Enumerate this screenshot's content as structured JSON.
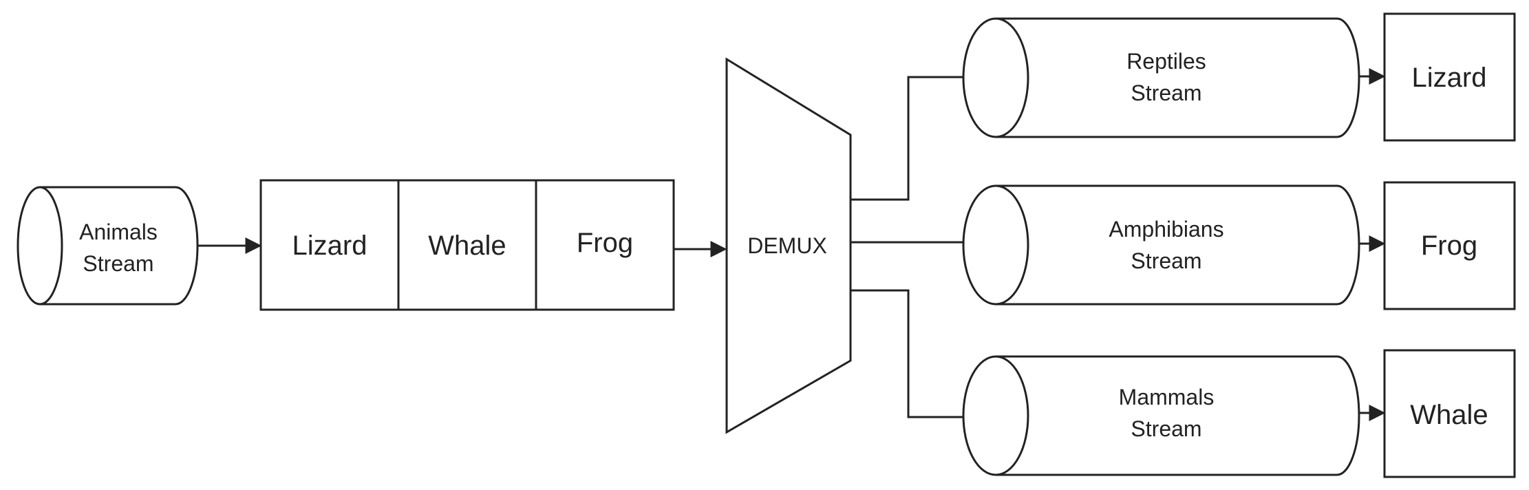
{
  "source": {
    "line1": "Animals",
    "line2": "Stream"
  },
  "queue": {
    "cells": [
      "Lizard",
      "Whale",
      "Frog"
    ]
  },
  "demux": {
    "label": "DEMUX"
  },
  "streams": [
    {
      "line1": "Reptiles",
      "line2": "Stream",
      "output": "Lizard"
    },
    {
      "line1": "Amphibians",
      "line2": "Stream",
      "output": "Frog"
    },
    {
      "line1": "Mammals",
      "line2": "Stream",
      "output": "Whale"
    }
  ],
  "colors": {
    "stroke": "#222222",
    "background": "#ffffff"
  }
}
